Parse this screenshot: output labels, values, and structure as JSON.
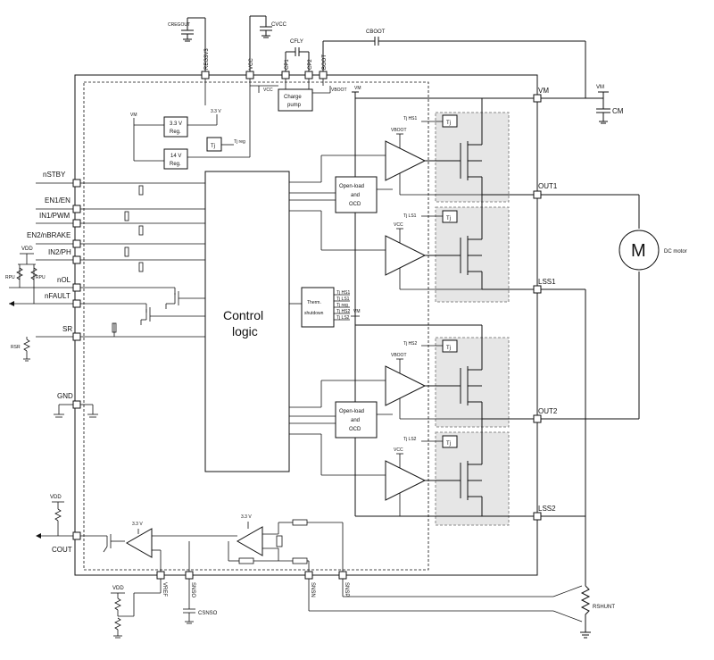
{
  "labels": {
    "cregout": "CREGOUT",
    "cvcc": "CVCC",
    "cfly": "CFLY",
    "cboot": "CBOOT",
    "vm_cap": "VM",
    "cm": "CM",
    "cshunt": "CSNSO",
    "rshunt": "RSHUNT",
    "dc_motor": "DC motor",
    "motor_m": "M",
    "vdd_a": "VDD",
    "vdd_b": "VDD",
    "vdd_c": "VDD",
    "rpu1": "RPU",
    "rpu2": "RPU",
    "rsr": "RSR"
  },
  "top_pins": {
    "reg3v3": "REG3V3",
    "vcc": "VCC",
    "cp1": "CP1",
    "cp2": "CP2",
    "boot": "BOOT"
  },
  "left_pins": {
    "nstby": "nSTBY",
    "en1": "EN1/EN",
    "in1": "IN1/PWM",
    "en2": "EN2/nBRAKE",
    "in2": "IN2/PH",
    "nol": "nOL",
    "nfault": "nFAULT",
    "sr": "SR",
    "gnd": "GND",
    "cout": "COUT"
  },
  "right_pins": {
    "vm": "VM",
    "out1": "OUT1",
    "lss1": "LSS1",
    "out2": "OUT2",
    "lss2": "LSS2"
  },
  "bottom_pins": {
    "vref": "VREF",
    "snso": "SNSO",
    "snsn": "SNSN",
    "snsp": "SNSP"
  },
  "blocks": {
    "reg33_l1": "3.3 V",
    "reg33_l2": "Reg.",
    "reg14_l1": "14 V",
    "reg14_l2": "Reg.",
    "tj": "Tj",
    "tj_reg": "Tj reg",
    "charge_l1": "Charge",
    "charge_l2": "pump",
    "control_l1": "Control",
    "control_l2": "logic",
    "ol1_l1": "Open-load",
    "ol1_l2": "and",
    "ol1_l3": "OCD",
    "ol2_l1": "Open-load",
    "ol2_l2": "and",
    "ol2_l3": "OCD",
    "therm_l1": "Therm.",
    "therm_l2": "shutdown",
    "tj_box1": "Tj",
    "tj_box2": "Tj",
    "tj_box3": "Tj",
    "tj_box4": "Tj"
  },
  "small_labels": {
    "vm_small": "VM",
    "v33_small": "3.3 V",
    "vcc_small": "VCC",
    "vboot_small": "VBOOT",
    "vm_right": "VM",
    "tj_hs1": "Tj HS1",
    "tj_ls1": "Tj LS1",
    "tj_hs2": "Tj HS2",
    "tj_ls2": "Tj LS2",
    "vboot1": "VBOOT",
    "vcc1": "VCC",
    "vm_mid": "VM",
    "vboot2": "VBOOT",
    "vcc2": "VCC",
    "therm_hs1": "Tj HS1",
    "therm_ls1": "Tj LS1",
    "therm_reg": "Tj reg",
    "therm_hs2": "Tj HS2",
    "therm_ls2": "Tj LS2",
    "v33_sense": "3.3 V",
    "v33_out": "3.3 V"
  }
}
